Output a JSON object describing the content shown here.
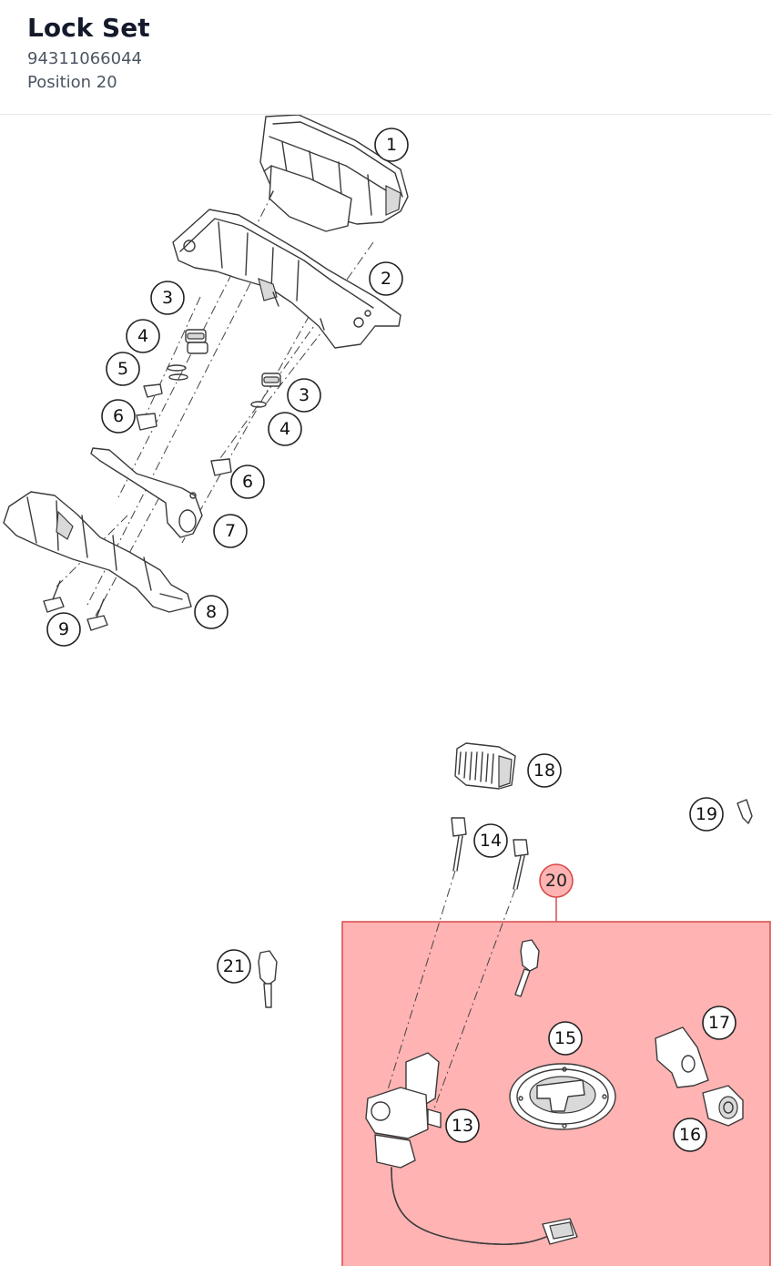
{
  "header": {
    "title": "Lock Set",
    "part_number": "94311066044",
    "position": "Position 20"
  },
  "highlight": {
    "position": "20",
    "fill": "#ffb3b3",
    "stroke": "#d94a4a"
  },
  "callouts": [
    {
      "n": "1"
    },
    {
      "n": "2"
    },
    {
      "n": "3"
    },
    {
      "n": "4"
    },
    {
      "n": "5"
    },
    {
      "n": "6"
    },
    {
      "n": "3"
    },
    {
      "n": "4"
    },
    {
      "n": "6"
    },
    {
      "n": "7"
    },
    {
      "n": "8"
    },
    {
      "n": "9"
    },
    {
      "n": "18"
    },
    {
      "n": "19"
    },
    {
      "n": "14"
    },
    {
      "n": "20"
    },
    {
      "n": "21"
    },
    {
      "n": "17"
    },
    {
      "n": "15"
    },
    {
      "n": "13"
    },
    {
      "n": "16"
    }
  ]
}
